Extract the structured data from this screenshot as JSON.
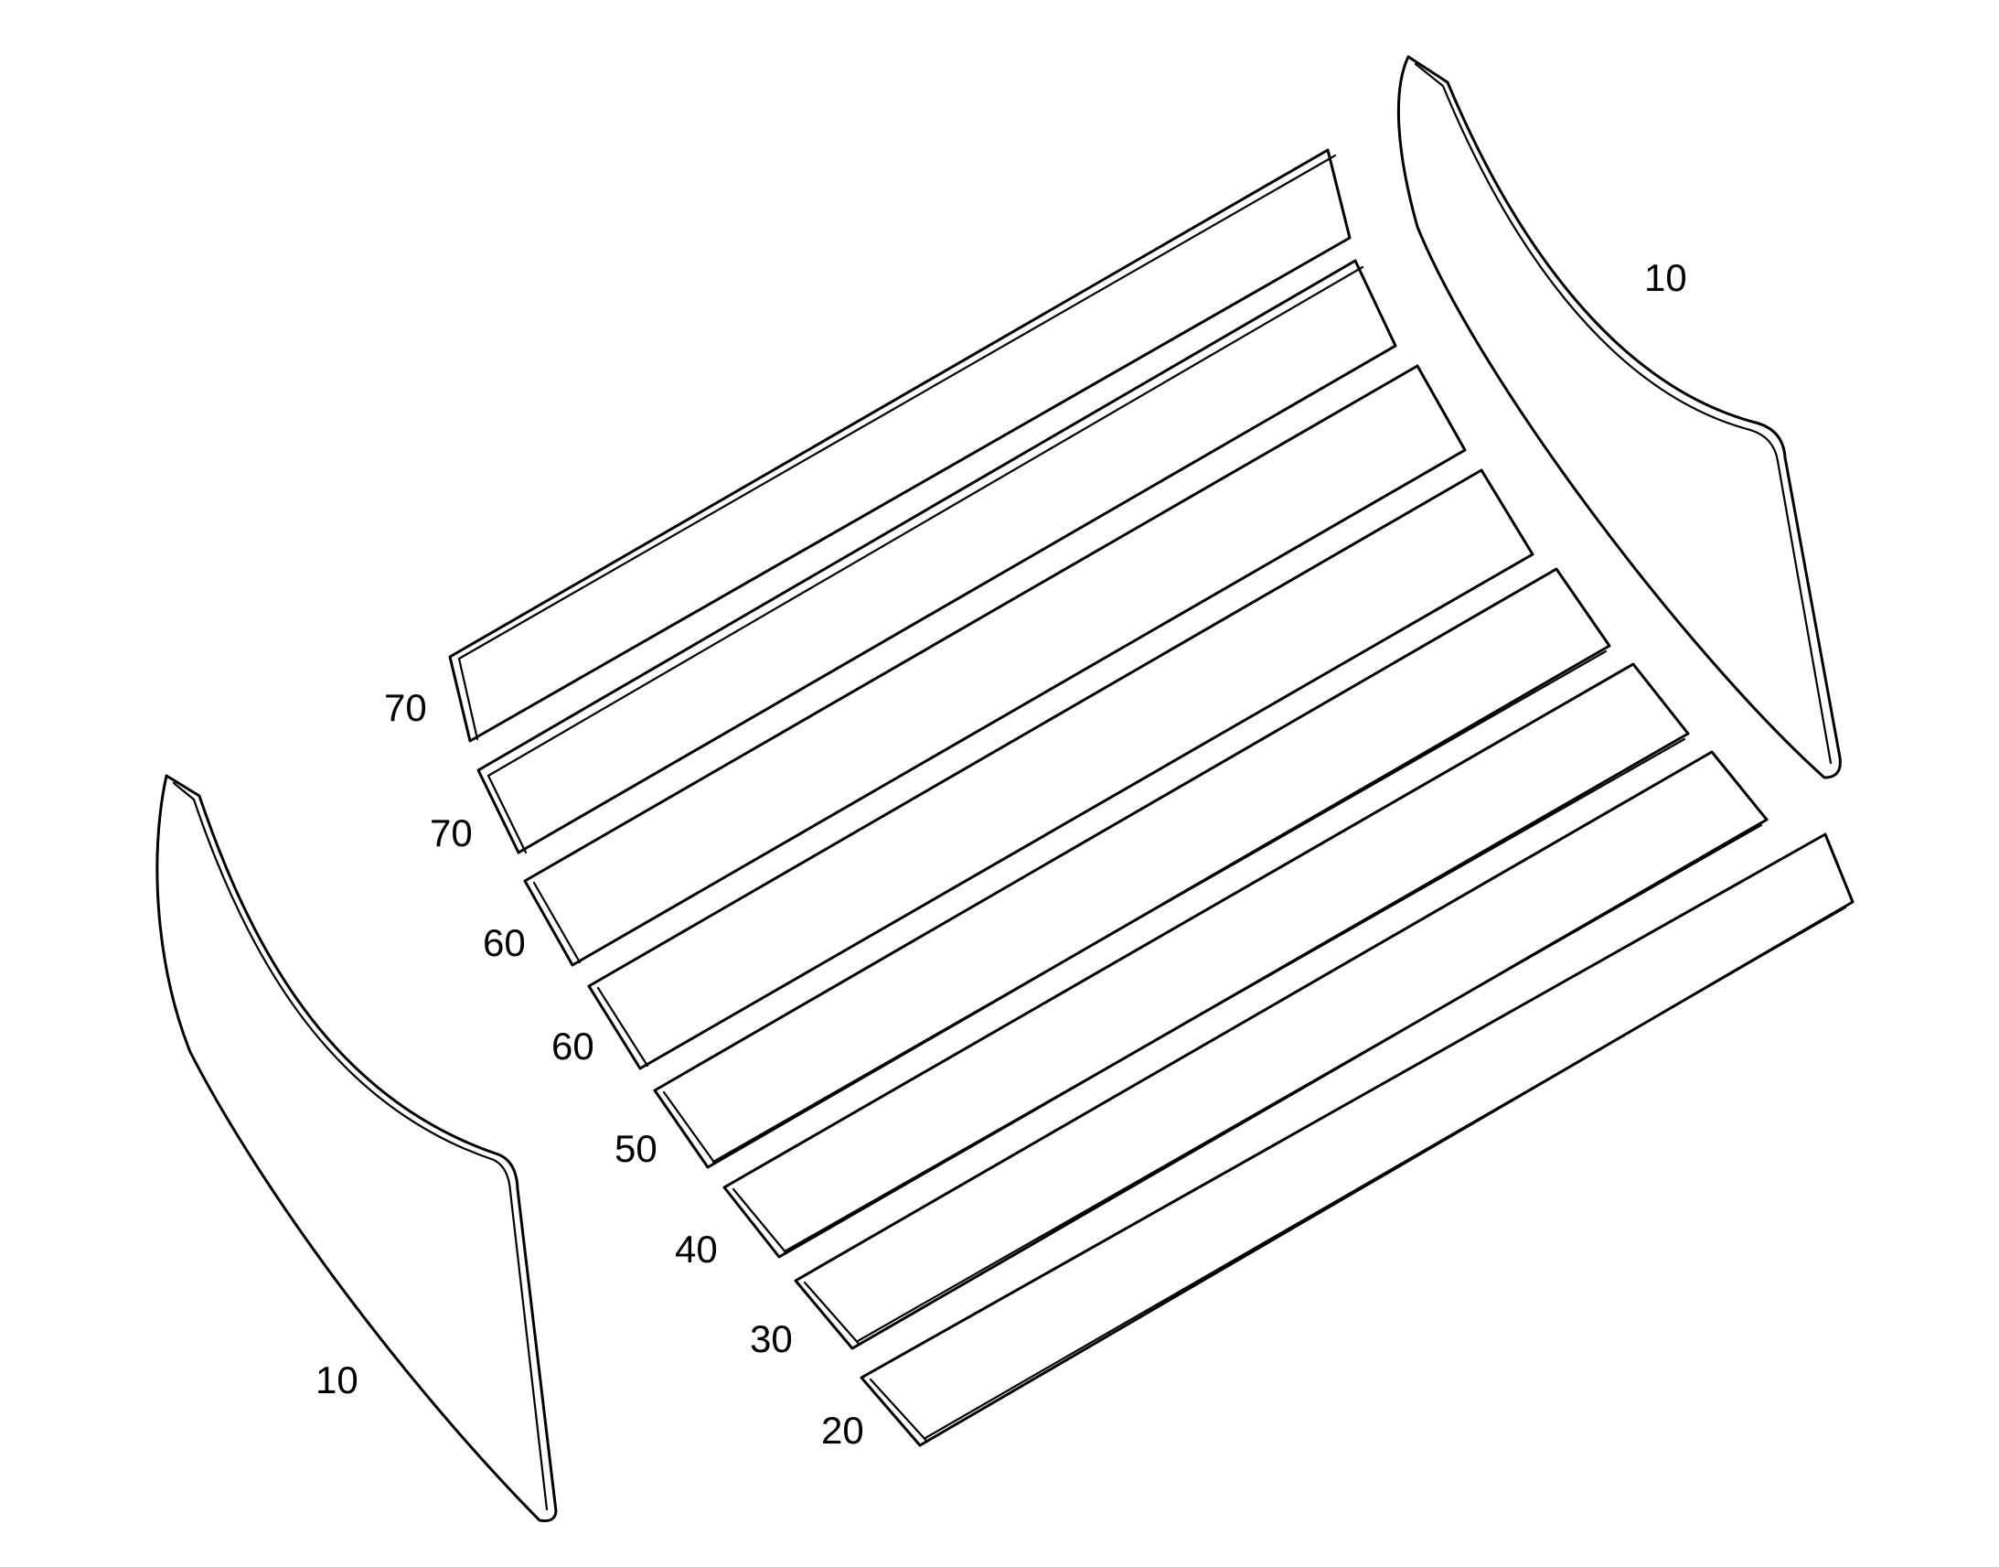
{
  "figure": {
    "colors": {
      "line": "#000000",
      "background": "#ffffff"
    },
    "parts": {
      "side_panel_right": {
        "label": "10"
      },
      "side_panel_left": {
        "label": "10"
      },
      "slat_1": {
        "label": "70"
      },
      "slat_2": {
        "label": "70"
      },
      "slat_3": {
        "label": "60"
      },
      "slat_4": {
        "label": "60"
      },
      "slat_5": {
        "label": "50"
      },
      "slat_6": {
        "label": "40"
      },
      "slat_7": {
        "label": "30"
      },
      "slat_8": {
        "label": "20"
      }
    }
  }
}
